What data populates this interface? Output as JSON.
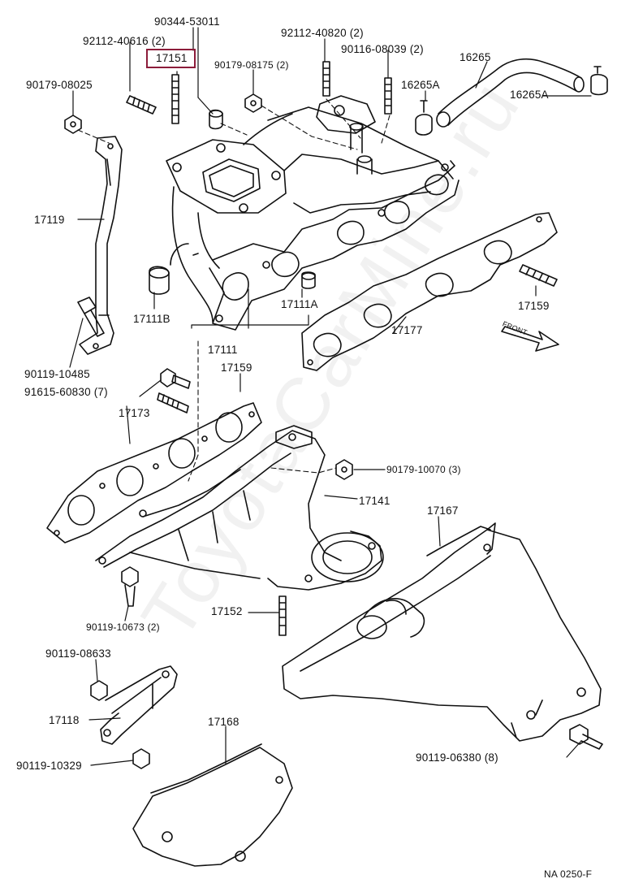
{
  "watermark": "ToyotaCarMine.ru",
  "highlight_color": "#8c1c3a",
  "highlighted_part": "17151",
  "footer_code": "NA  0250-F",
  "front_label": "FRONT",
  "labels": {
    "p90344_53011": "90344-53011",
    "p92112_40616": "92112-40616 (2)",
    "p17151": "17151",
    "p90179_08175": "90179-08175 (2)",
    "p92112_40820": "92112-40820 (2)",
    "p90116_08039": "90116-08039 (2)",
    "p16265": "16265",
    "p90179_08025": "90179-08025",
    "p16265a_1": "16265A",
    "p16265a_2": "16265A",
    "p17119": "17119",
    "p17159_1": "17159",
    "p17111b": "17111B",
    "p17111a": "17111A",
    "p17177": "17177",
    "p17111": "17111",
    "p90119_10485": "90119-10485",
    "p17159_2": "17159",
    "p91615_60830": "91615-60830 (7)",
    "p17173": "17173",
    "p90179_10070": "90179-10070 (3)",
    "p17141": "17141",
    "p17167": "17167",
    "p90119_10673": "90119-10673 (2)",
    "p17152": "17152",
    "p90119_08633": "90119-08633",
    "p17118": "17118",
    "p17168": "17168",
    "p90119_10329": "90119-10329",
    "p90119_06380": "90119-06380 (8)"
  }
}
